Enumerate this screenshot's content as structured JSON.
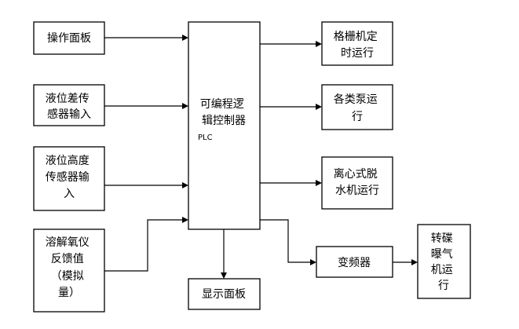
{
  "nodes": {
    "panel_input": [
      "操作面板"
    ],
    "level_diff_sensor": [
      "液位差传",
      "感器输入"
    ],
    "level_height_sensor": [
      "液位高度",
      "传感器输",
      "入"
    ],
    "do_feedback": [
      "溶解氧仪",
      "反馈值",
      "（模拟",
      "量）"
    ],
    "plc": [
      "可编程逻",
      "辑控制器"
    ],
    "plc_abbr": "PLC",
    "display_panel": [
      "显示面板"
    ],
    "grille_timer": [
      "格栅机定",
      "时运行"
    ],
    "pumps": [
      "各类泵运",
      "行"
    ],
    "centrifugal_dewater": [
      "离心式脱",
      "水机运行"
    ],
    "vfd": [
      "变频器"
    ],
    "aerator": [
      "转碟",
      "曝气",
      "机运",
      "行"
    ]
  }
}
